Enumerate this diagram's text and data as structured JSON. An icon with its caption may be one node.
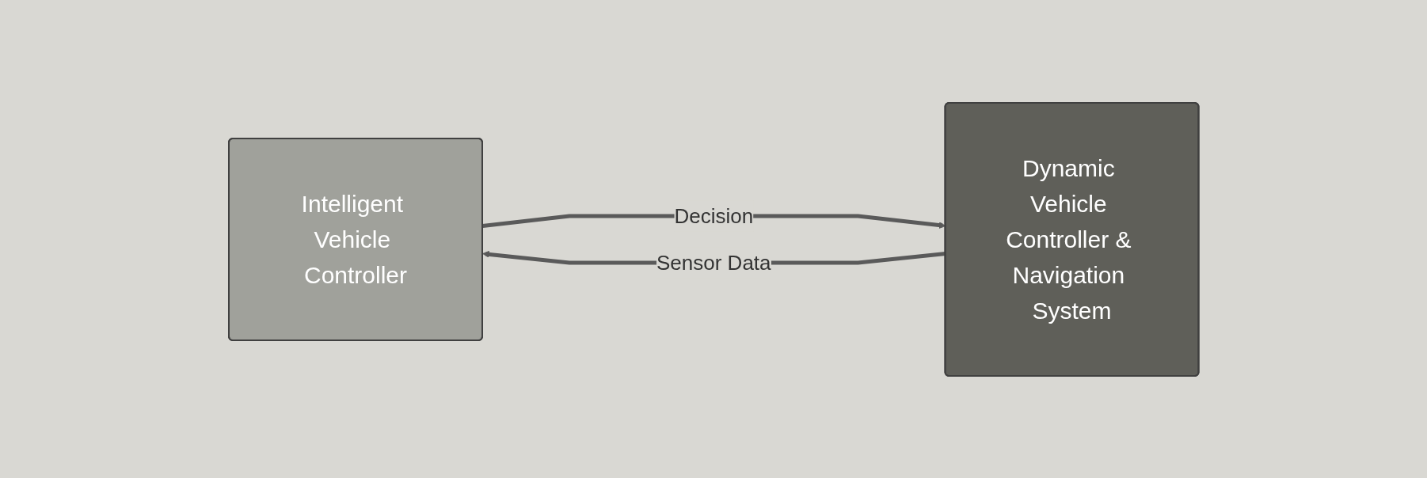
{
  "diagram": {
    "nodes": [
      {
        "text": [
          "Intelligent Vehicle Controller"
        ]
      },
      {
        "text": [
          "Dynamic Vehicle Controller & Navigation System"
        ]
      }
    ],
    "edges": [
      {
        "from": 0,
        "to": 1,
        "arrow": "to",
        "label": "Decision"
      },
      {
        "from": 1,
        "to": 0,
        "arrow": "to",
        "label": "Sensor Data"
      }
    ]
  }
}
